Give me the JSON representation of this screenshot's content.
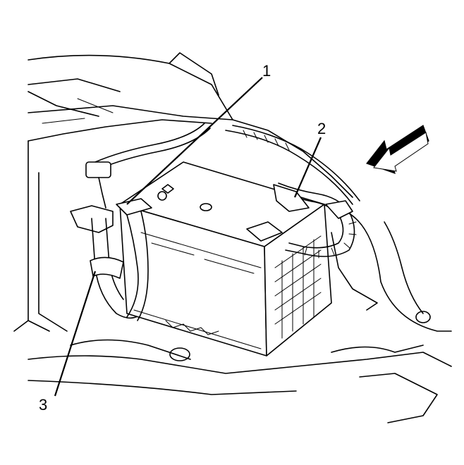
{
  "callouts": [
    {
      "id": "1",
      "label": "1"
    },
    {
      "id": "2",
      "label": "2"
    },
    {
      "id": "3",
      "label": "3"
    }
  ],
  "direction_arrow_icon": "arrow-forward-view-icon"
}
